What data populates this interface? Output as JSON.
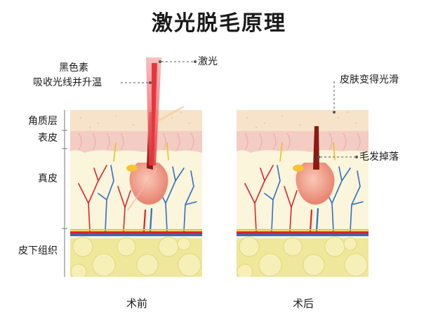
{
  "title": "激光脱毛原理",
  "labels": {
    "laser": "激光",
    "melanin_1": "黑色素",
    "melanin_2": "吸收光线并升温",
    "stratum_corneum": "角质层",
    "epidermis": "表皮",
    "dermis": "真皮",
    "subcutaneous": "皮下组织",
    "skin_smooth": "皮肤变得光滑",
    "hair_falls": "毛发掉落"
  },
  "captions": {
    "before": "术前",
    "after": "术后"
  },
  "colors": {
    "stratum": "#f6e3c9",
    "epidermis": "#f3ccc4",
    "dermis": "#fbf5dc",
    "fat": "#efe79a",
    "fat_bubble": "#f6f0b8",
    "laser": "#e8353d",
    "hair": "#8a1a14",
    "bulb": "#f09a8a",
    "artery": "#d9262b",
    "vein": "#2f6fc2",
    "nerve": "#e8c21c"
  }
}
